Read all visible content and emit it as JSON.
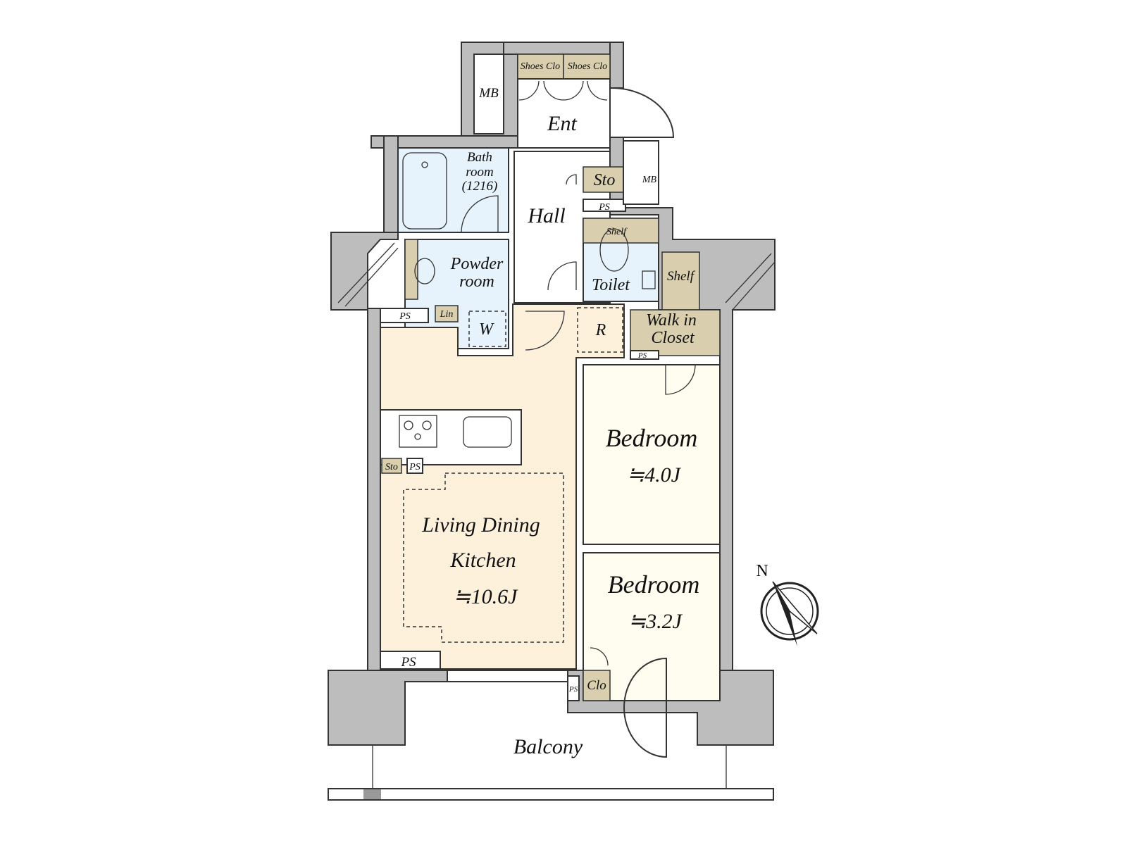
{
  "rooms": {
    "shoes_clo_1": "Shoes Clo",
    "shoes_clo_2": "Shoes Clo",
    "mb_left": "MB",
    "ent": "Ent",
    "bath_1": "Bath",
    "bath_2": "room",
    "bath_3": "(1216)",
    "hall": "Hall",
    "sto_top": "Sto",
    "mb_right": "MB",
    "ps_top": "PS",
    "shelf_toilet": "Shelf",
    "toilet": "Toilet",
    "shelf": "Shelf",
    "powder_1": "Powder",
    "powder_2": "room",
    "ps_left": "PS",
    "lin": "Lin",
    "w": "W",
    "r": "R",
    "wic_1": "Walk in",
    "wic_2": "Closet",
    "ps_wic": "PS",
    "bedroom1": "Bedroom",
    "bedroom1_size": "≒4.0J",
    "sto_kitchen": "Sto",
    "ps_kitchen": "PS",
    "ldk_1": "Living Dining",
    "ldk_2": "Kitchen",
    "ldk_size": "≒10.6J",
    "bedroom2": "Bedroom",
    "bedroom2_size": "≒3.2J",
    "ps_bottom": "PS",
    "ps_small": "PS",
    "clo": "Clo",
    "balcony": "Balcony"
  },
  "compass": {
    "label": "N",
    "icon": "north-arrow-icon"
  },
  "colors": {
    "wall": "#bdbdbd",
    "storage": "#d9cfae",
    "wet": "#e6f3fc",
    "ldk": "#fdf1dc",
    "bedroom": "#fefdf0"
  }
}
